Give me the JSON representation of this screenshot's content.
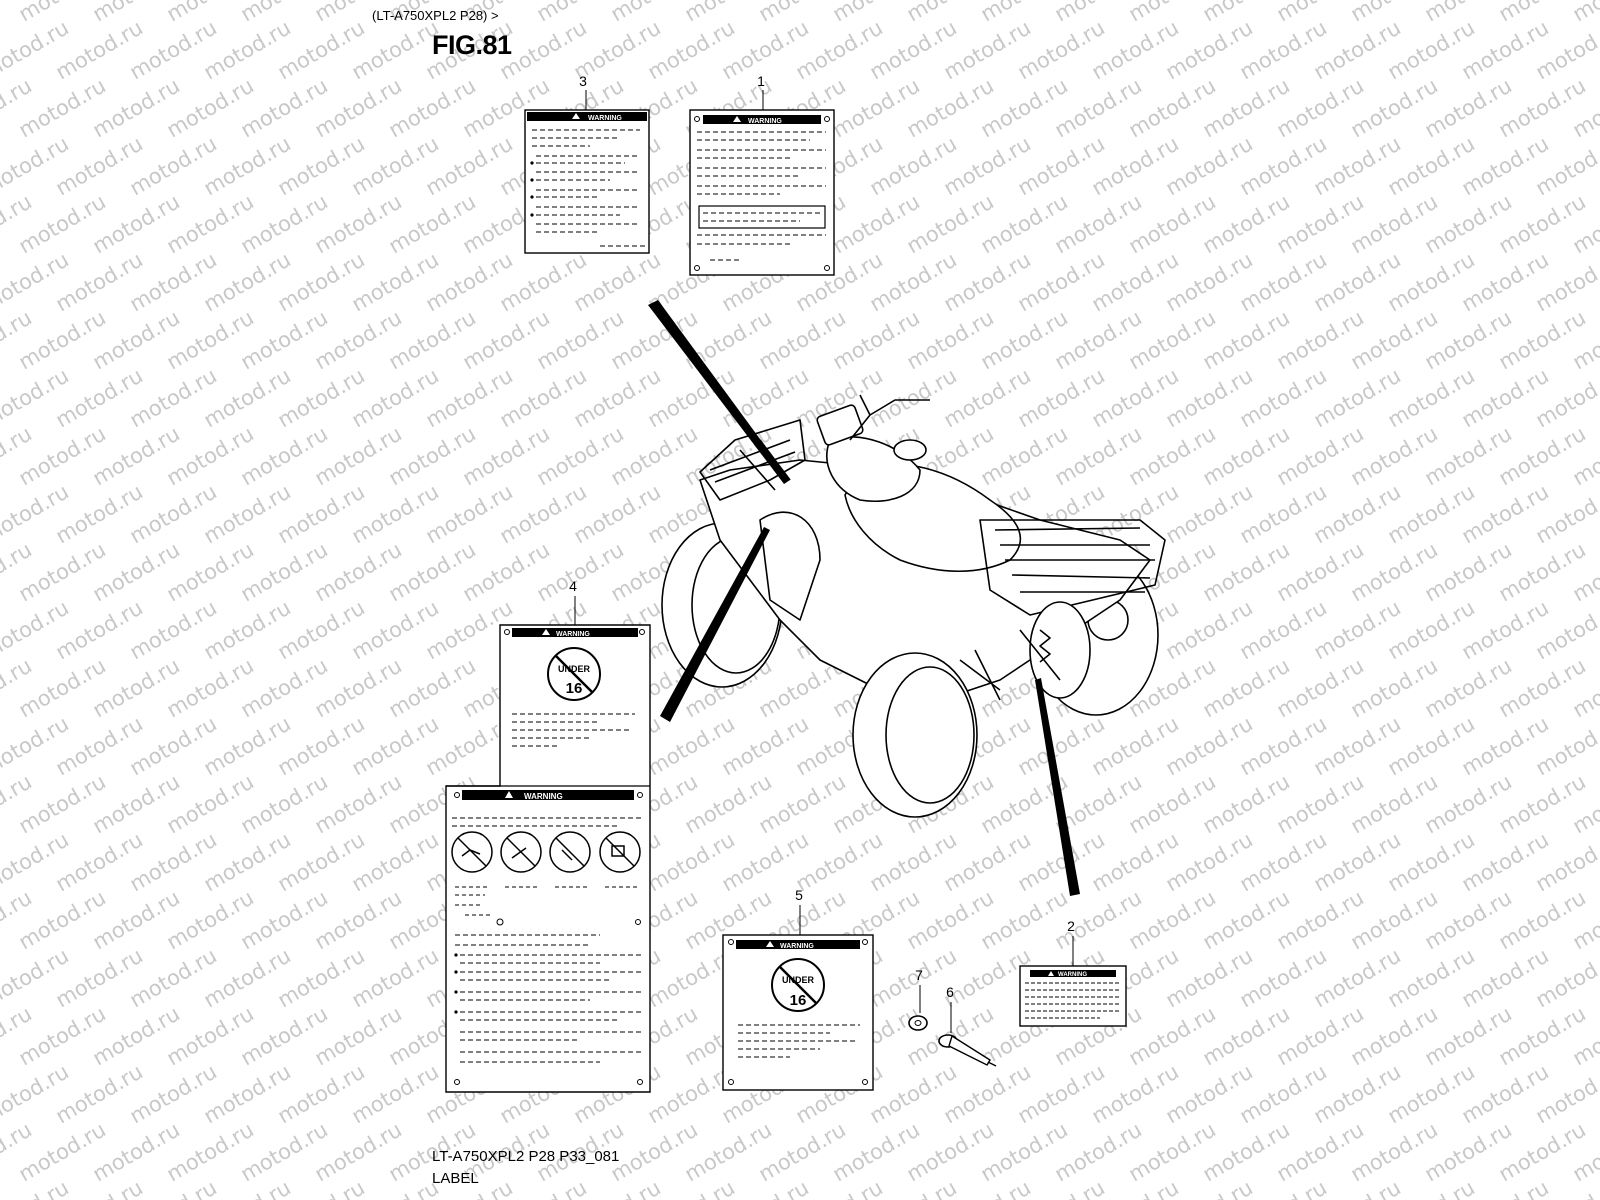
{
  "header": {
    "model": "(LT-A750XPL2 P28) >",
    "figure": "FIG.81"
  },
  "watermark": {
    "text": "motod.ru"
  },
  "labels": [
    {
      "ref": "1",
      "heading": "WARNING"
    },
    {
      "ref": "2",
      "heading": "WARNING"
    },
    {
      "ref": "3",
      "heading": "WARNING"
    },
    {
      "ref": "4",
      "heading": "WARNING",
      "badge_line1": "UNDER",
      "badge_line2": "16"
    },
    {
      "ref": "5",
      "heading": "WARNING",
      "badge_line1": "UNDER",
      "badge_line2": "16"
    }
  ],
  "parts": [
    {
      "ref": "6"
    },
    {
      "ref": "7"
    }
  ],
  "footer": {
    "code": "LT-A750XPL2 P28 P33_081",
    "name": "LABEL"
  }
}
